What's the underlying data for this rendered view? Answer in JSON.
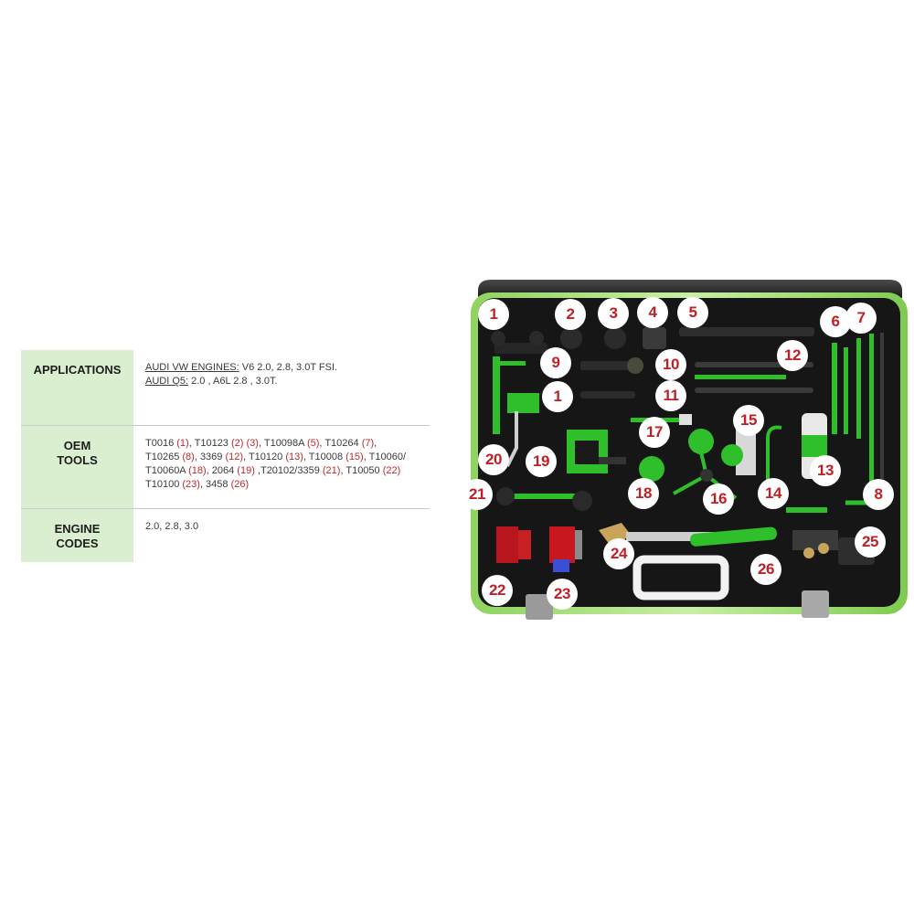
{
  "table": {
    "applications": {
      "label": "APPLICATIONS",
      "line1_prefix": "AUDI VW ENGINES:",
      "line1_rest": " V6 2.0, 2.8, 3.0T FSI.",
      "line2_prefix": "AUDI Q5:",
      "line2_rest": " 2.0 , A6L 2.8 , 3.0T."
    },
    "oem_tools": {
      "label_line1": "OEM",
      "label_line2": "TOOLS",
      "segments": [
        {
          "text": "T0016 ",
          "red": false
        },
        {
          "text": "(1)",
          "red": true
        },
        {
          "text": ", T10123 ",
          "red": false
        },
        {
          "text": "(2) (3)",
          "red": true
        },
        {
          "text": ", T10098A ",
          "red": false
        },
        {
          "text": "(5)",
          "red": true
        },
        {
          "text": ", T10264 ",
          "red": false
        },
        {
          "text": "(7)",
          "red": true
        },
        {
          "text": ",",
          "red": false
        },
        {
          "text": "BR",
          "red": false
        },
        {
          "text": "T10265 ",
          "red": false
        },
        {
          "text": "(8)",
          "red": true
        },
        {
          "text": ", 3369 ",
          "red": false
        },
        {
          "text": "(12)",
          "red": true
        },
        {
          "text": ", T10120 ",
          "red": false
        },
        {
          "text": "(13)",
          "red": true
        },
        {
          "text": ", T10008 ",
          "red": false
        },
        {
          "text": "(15)",
          "red": true
        },
        {
          "text": ", T10060/",
          "red": false
        },
        {
          "text": "BR",
          "red": false
        },
        {
          "text": "T10060A ",
          "red": false
        },
        {
          "text": "(18)",
          "red": true
        },
        {
          "text": ", 2064 ",
          "red": false
        },
        {
          "text": "(19)",
          "red": true
        },
        {
          "text": " ,T20102/3359 ",
          "red": false
        },
        {
          "text": "(21)",
          "red": true
        },
        {
          "text": ", T10050 ",
          "red": false
        },
        {
          "text": "(22)",
          "red": true
        },
        {
          "text": "BR",
          "red": false
        },
        {
          "text": "T10100 ",
          "red": false
        },
        {
          "text": "(23)",
          "red": true
        },
        {
          "text": ", 3458 ",
          "red": false
        },
        {
          "text": "(26)",
          "red": true
        }
      ]
    },
    "engine_codes": {
      "label_line1": "ENGINE",
      "label_line2": "CODES",
      "value": "2.0, 2.8, 3.0"
    }
  },
  "case": {
    "badges": [
      {
        "id": "badge-1a",
        "text": "1"
      },
      {
        "id": "badge-2",
        "text": "2"
      },
      {
        "id": "badge-3",
        "text": "3"
      },
      {
        "id": "badge-4",
        "text": "4"
      },
      {
        "id": "badge-5",
        "text": "5"
      },
      {
        "id": "badge-6",
        "text": "6"
      },
      {
        "id": "badge-7",
        "text": "7"
      },
      {
        "id": "badge-9",
        "text": "9"
      },
      {
        "id": "badge-10",
        "text": "10"
      },
      {
        "id": "badge-12",
        "text": "12"
      },
      {
        "id": "badge-1b",
        "text": "1"
      },
      {
        "id": "badge-11",
        "text": "11"
      },
      {
        "id": "badge-15",
        "text": "15"
      },
      {
        "id": "badge-17",
        "text": "17"
      },
      {
        "id": "badge-20",
        "text": "20"
      },
      {
        "id": "badge-19",
        "text": "19"
      },
      {
        "id": "badge-13",
        "text": "13"
      },
      {
        "id": "badge-21",
        "text": "21"
      },
      {
        "id": "badge-18",
        "text": "18"
      },
      {
        "id": "badge-16",
        "text": "16"
      },
      {
        "id": "badge-14",
        "text": "14"
      },
      {
        "id": "badge-8",
        "text": "8"
      },
      {
        "id": "badge-25",
        "text": "25"
      },
      {
        "id": "badge-24",
        "text": "24"
      },
      {
        "id": "badge-26",
        "text": "26"
      },
      {
        "id": "badge-22",
        "text": "22"
      },
      {
        "id": "badge-23",
        "text": "23"
      }
    ]
  },
  "colors": {
    "label_bg": "#d9efcf",
    "red_ref": "#c0282d",
    "tool_green": "#2fbf2a",
    "case_black": "#1a1a1a"
  }
}
